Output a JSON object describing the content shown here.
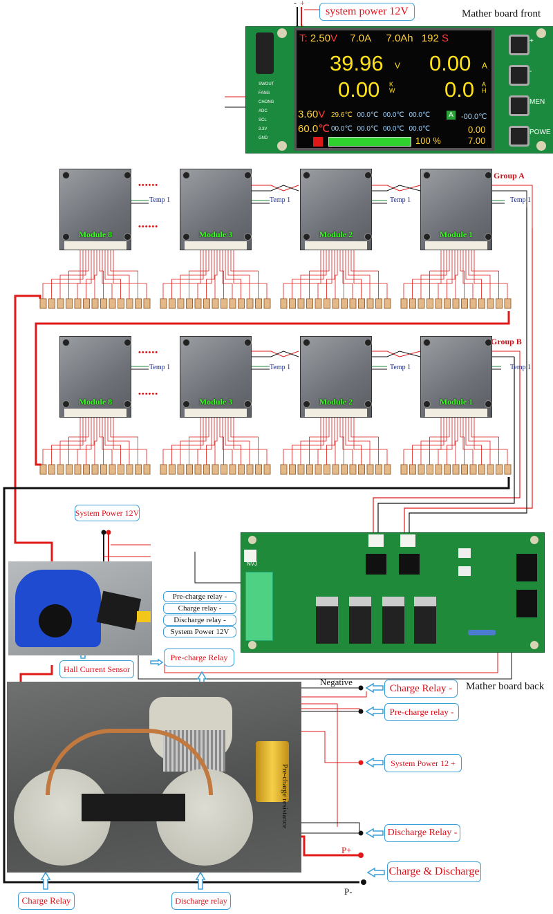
{
  "top": {
    "power_label": "system power 12V",
    "minus": "-",
    "plus": "+",
    "front_title": "Mather board front"
  },
  "lcd": {
    "row1_T": "T:",
    "row1_V": "2.50",
    "row1_Vu": "V",
    "row1_A": "7.0A",
    "row1_Ah": "7.0Ah",
    "row1_s": "192",
    "row1_su": "S",
    "volt": "39.96",
    "volt_u": "V",
    "amp": "0.00",
    "amp_u": "A",
    "kw": "0.00",
    "kw_u": "KW",
    "ah": "0.0",
    "ah_u": "AH",
    "cell_v": "3.60",
    "cell_vu": "V",
    "t1": "29.6℃",
    "t2": "00.0℃",
    "t3": "00.0℃",
    "t4": "00.0℃",
    "a_badge": "A",
    "t5": "-00.0℃",
    "temp": "60.0",
    "temp_u": "℃",
    "t6": "00.0℃",
    "t7": "00.0℃",
    "t8": "00.0℃",
    "t9": "00.0℃",
    "v1": "0.00",
    "pct": "100 %",
    "v2": "7.00"
  },
  "side_buttons": [
    "+",
    "-",
    "MEN",
    "POWE"
  ],
  "board_pins": [
    "SWOUT",
    "FANG",
    "CHONG",
    "ADC",
    "SCL",
    "3.3V",
    "GND"
  ],
  "groups": {
    "a": "Group A",
    "b": "Group B"
  },
  "modules": [
    "Module 8",
    "Module 3",
    "Module 2",
    "Module 1"
  ],
  "temp_label": "Temp 1",
  "dots": "••••••",
  "relay_board": {
    "power_label": "System Power 12V",
    "nvj": "NVJ",
    "labels": [
      "Pre-charge relay -",
      "Charge relay -",
      "Discharge relay -",
      "System Power 12V"
    ]
  },
  "hall_label": "Hall Current Sensor",
  "precharge_relay_label": "Pre-charge Relay",
  "negative_label": "Negative",
  "back_title": "Mather board back",
  "right_labels": {
    "charge_relay_minus": "Charge Relay -",
    "precharge_relay_minus": "Pre-charge relay -",
    "system_power": "System Power 12 +",
    "discharge_relay_minus": "Discharge Relay -",
    "charge_discharge": "Charge & Discharge"
  },
  "precharge_resistance": "Pre-charge resistance",
  "p_plus": "P+",
  "p_minus": "P-",
  "bottom_labels": {
    "charge_relay": "Charge Relay",
    "discharge_relay": "Discharge relay"
  },
  "colors": {
    "red_wire": "#e01818",
    "black_wire": "#111111",
    "label_border": "#3a9fd8",
    "label_text": "#e0101a",
    "module_text": "#39ff1e",
    "pcb": "#1f8a3a"
  }
}
